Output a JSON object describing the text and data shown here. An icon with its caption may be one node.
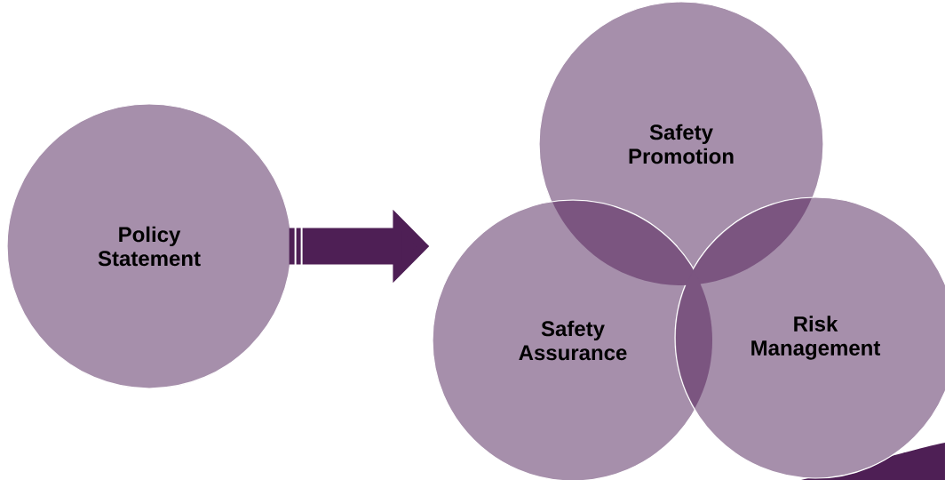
{
  "diagram": {
    "nodes": [
      {
        "text": [
          "Policy Statement"
        ]
      },
      {
        "text": [
          "Safety Promotion"
        ]
      },
      {
        "text": [
          "Safety Assurance"
        ]
      },
      {
        "text": [
          "Risk Management"
        ]
      }
    ],
    "edges": [
      {
        "from": 0,
        "to": 2,
        "arrow": "to"
      }
    ]
  }
}
